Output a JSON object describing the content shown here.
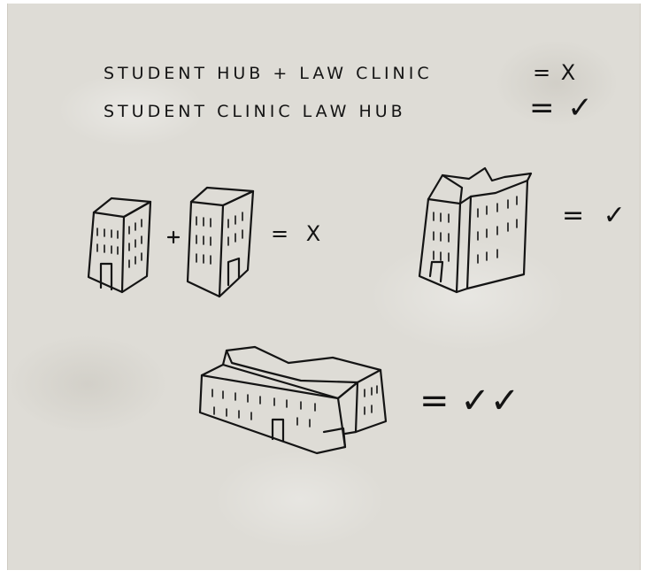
{
  "lines": [
    {
      "text": "STUDENT HUB + LAW CLINIC",
      "verdict": "= X"
    },
    {
      "text": "STUDENT CLINIC LAW HUB",
      "verdict": "= ✓"
    }
  ],
  "diagram": {
    "separate_verdict": "= X",
    "joined_verdict": "= ✓",
    "merged_verdict": "= ✓✓"
  }
}
